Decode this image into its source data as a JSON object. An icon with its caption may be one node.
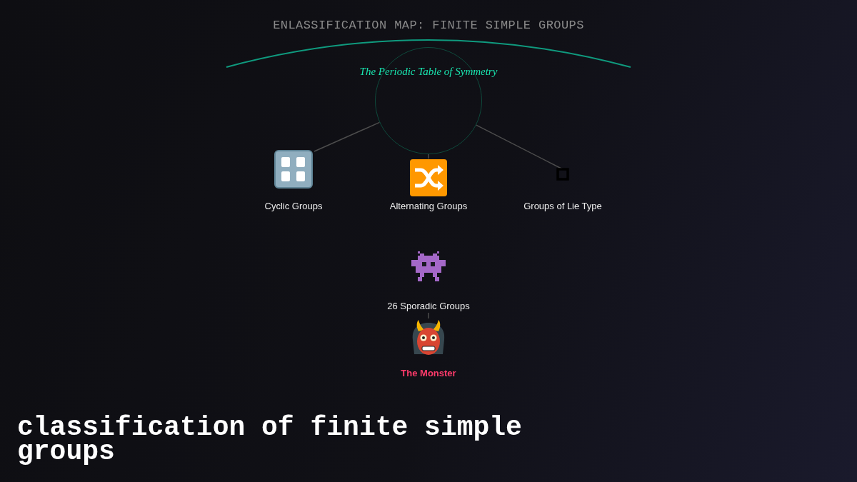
{
  "diagram": {
    "title": "ENLASSIFICATION MAP: FINITE SIMPLE GROUPS",
    "nodes": [
      {
        "text": [
          "The Periodic Table of Symmetry"
        ]
      },
      {
        "text": [
          "Cyclic Groups"
        ]
      },
      {
        "text": [
          "Alternating Groups"
        ]
      },
      {
        "text": [
          "Groups of Lie Type"
        ]
      },
      {
        "text": [
          "26 Sporadic Groups"
        ]
      },
      {
        "text": [
          "The Monster"
        ]
      }
    ],
    "edges": [
      {
        "from": 0,
        "to": 1,
        "arrow": "none"
      },
      {
        "from": 0,
        "to": 2,
        "arrow": "none"
      },
      {
        "from": 0,
        "to": 3,
        "arrow": "none"
      },
      {
        "from": 4,
        "to": 5,
        "arrow": "none"
      }
    ],
    "caption": "classification of finite simple groups"
  }
}
